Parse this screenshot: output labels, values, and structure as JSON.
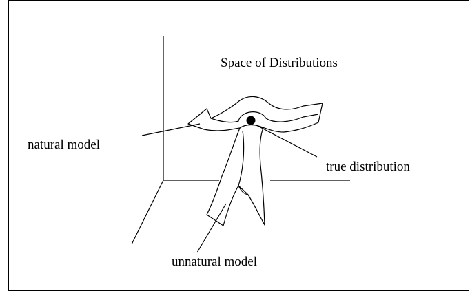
{
  "diagram": {
    "title": "Space of Distributions",
    "labels": {
      "natural_model": "natural model",
      "true_distribution": "true distribution",
      "unnatural_model": "unnatural model"
    }
  }
}
